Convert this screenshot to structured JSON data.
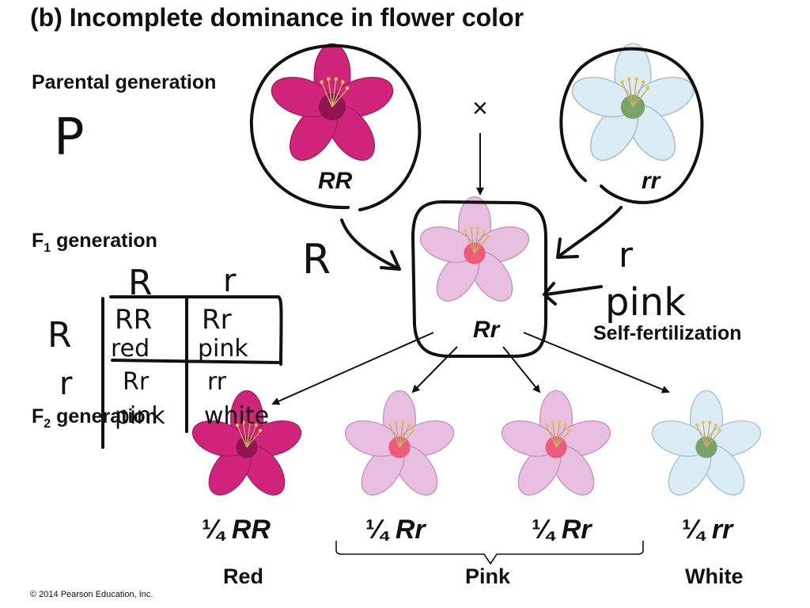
{
  "title": {
    "part": "(b)",
    "text": "Incomplete dominance in flower color"
  },
  "generations": {
    "parental": "Parental generation",
    "f1_base": "F",
    "f1_sub": "1",
    "f1_rest": " generation",
    "f2_base": "F",
    "f2_sub": "2",
    "f2_rest": " generation"
  },
  "cross_symbol": "×",
  "self_fertilization": "Self-fertilization",
  "genotypes": {
    "parent_red": "RR",
    "parent_white": "rr",
    "f1": "Rr"
  },
  "f2_offspring": [
    {
      "fraction": "¼",
      "genotype": "RR",
      "color": "#d0247a"
    },
    {
      "fraction": "¼",
      "genotype": "Rr",
      "color": "#e8bfe0"
    },
    {
      "fraction": "¼",
      "genotype": "Rr",
      "color": "#e8bfe0"
    },
    {
      "fraction": "¼",
      "genotype": "rr",
      "color": "#dcecf4"
    }
  ],
  "phenotypes": {
    "red": "Red",
    "pink": "Pink",
    "white": "White"
  },
  "copyright": "© 2014 Pearson Education, Inc.",
  "annotations": {
    "p_letter": "P",
    "allele_R_arrow": "R",
    "allele_r_arrow": "r",
    "pink_note": "pink",
    "punnett": {
      "col_headers": [
        "R",
        "r"
      ],
      "row_headers": [
        "R",
        "r"
      ],
      "cells": [
        [
          {
            "geno": "RR",
            "pheno": "red"
          },
          {
            "geno": "Rr",
            "pheno": "pink"
          }
        ],
        [
          {
            "geno": "Rr",
            "pheno": "pink"
          },
          {
            "geno": "rr",
            "pheno": "white"
          }
        ]
      ]
    }
  },
  "colors": {
    "red_flower": "#d0247a",
    "pink_flower": "#e8bfe0",
    "white_flower": "#dcecf4"
  }
}
